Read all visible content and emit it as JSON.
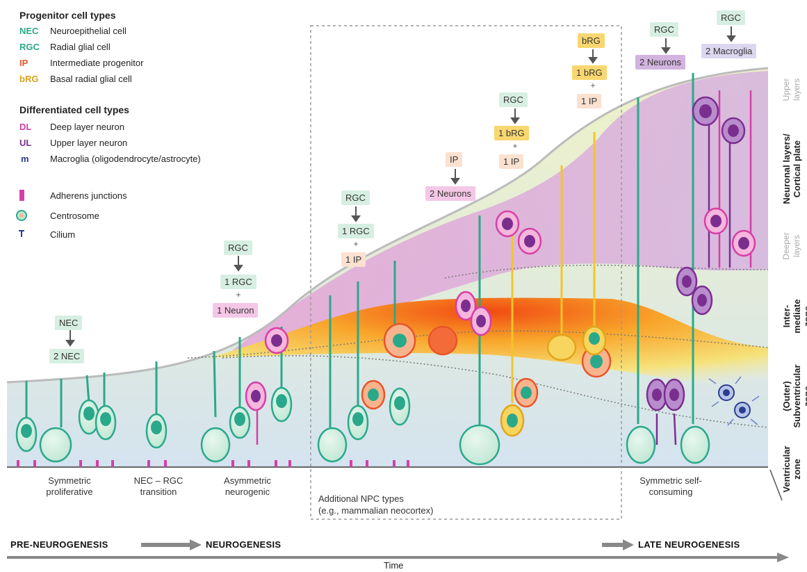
{
  "legend": {
    "progenitor_title": "Progenitor cell types",
    "progenitors": [
      {
        "abbr": "NEC",
        "desc": "Neuroepithelial cell",
        "color": "#2aa98a"
      },
      {
        "abbr": "RGC",
        "desc": "Radial glial cell",
        "color": "#2aa98a"
      },
      {
        "abbr": "IP",
        "desc": "Intermediate progenitor",
        "color": "#e8542b"
      },
      {
        "abbr": "bRG",
        "desc": "Basal radial glial cell",
        "color": "#d9a21c"
      }
    ],
    "differentiated_title": "Differentiated cell types",
    "differentiated": [
      {
        "abbr": "DL",
        "desc": "Deep layer neuron",
        "color": "#d63fa5"
      },
      {
        "abbr": "UL",
        "desc": "Upper layer neuron",
        "color": "#7a2f8f"
      },
      {
        "abbr": "m",
        "desc": "Macroglia (oligodendrocyte/astrocyte)",
        "color": "#2a3d8f"
      }
    ],
    "structures": [
      {
        "label": "Adherens junctions",
        "icon": "adherens-junction-icon"
      },
      {
        "label": "Centrosome",
        "icon": "centrosome-icon"
      },
      {
        "label": "Cilium",
        "icon": "cilium-icon"
      }
    ]
  },
  "divisions": {
    "nec": {
      "from": "NEC",
      "to": "2 NEC"
    },
    "asym": {
      "from": "RGC",
      "to1": "1 RGC",
      "plus": "+",
      "to2": "1 Neuron"
    },
    "rgc_ip": {
      "from": "RGC",
      "to1": "1 RGC",
      "plus": "+",
      "to2": "1 IP"
    },
    "ip": {
      "from": "IP",
      "to": "2 Neurons"
    },
    "rgc_brg": {
      "from": "RGC",
      "to1": "1 bRG",
      "plus": "+",
      "to2": "1 IP"
    },
    "brg": {
      "from": "bRG",
      "to1": "1 bRG",
      "plus": "+",
      "to2": "1 IP"
    },
    "late1": {
      "from": "RGC",
      "to": "2 Neurons"
    },
    "late2": {
      "from": "RGC",
      "to": "2 Macroglia"
    }
  },
  "captions": {
    "symmetric_proliferative": "Symmetric proliferative",
    "nec_rgc_transition": "NEC – RGC transition",
    "asymmetric_neurogenic": "Asymmetric neurogenic",
    "additional_npc": "Additional NPC types",
    "additional_npc_sub": "(e.g., mammalian neocortex)",
    "symmetric_self_consuming": "Symmetric self-consuming"
  },
  "zones": {
    "upper_layers": "Upper layers",
    "neuronal_layers": "Neuronal layers/ Cortical plate",
    "deeper_layers": "Deeper layers",
    "intermediate": "Inter- mediate zone",
    "svz": "(Outer) Subventricular zone",
    "ventricular": "Ventricular zone"
  },
  "timeline": {
    "pre": "PRE-NEUROGENESIS",
    "neuro": "NEUROGENESIS",
    "late": "LATE NEUROGENESIS",
    "time": "Time"
  },
  "colors": {
    "nec_green": "#2aa98a",
    "ip_red": "#e8542b",
    "brg_yellow": "#f3c52a",
    "dl_pink": "#d63fa5",
    "ul_purple": "#7a2f8f",
    "macroglia_blue": "#2a3d8f"
  }
}
